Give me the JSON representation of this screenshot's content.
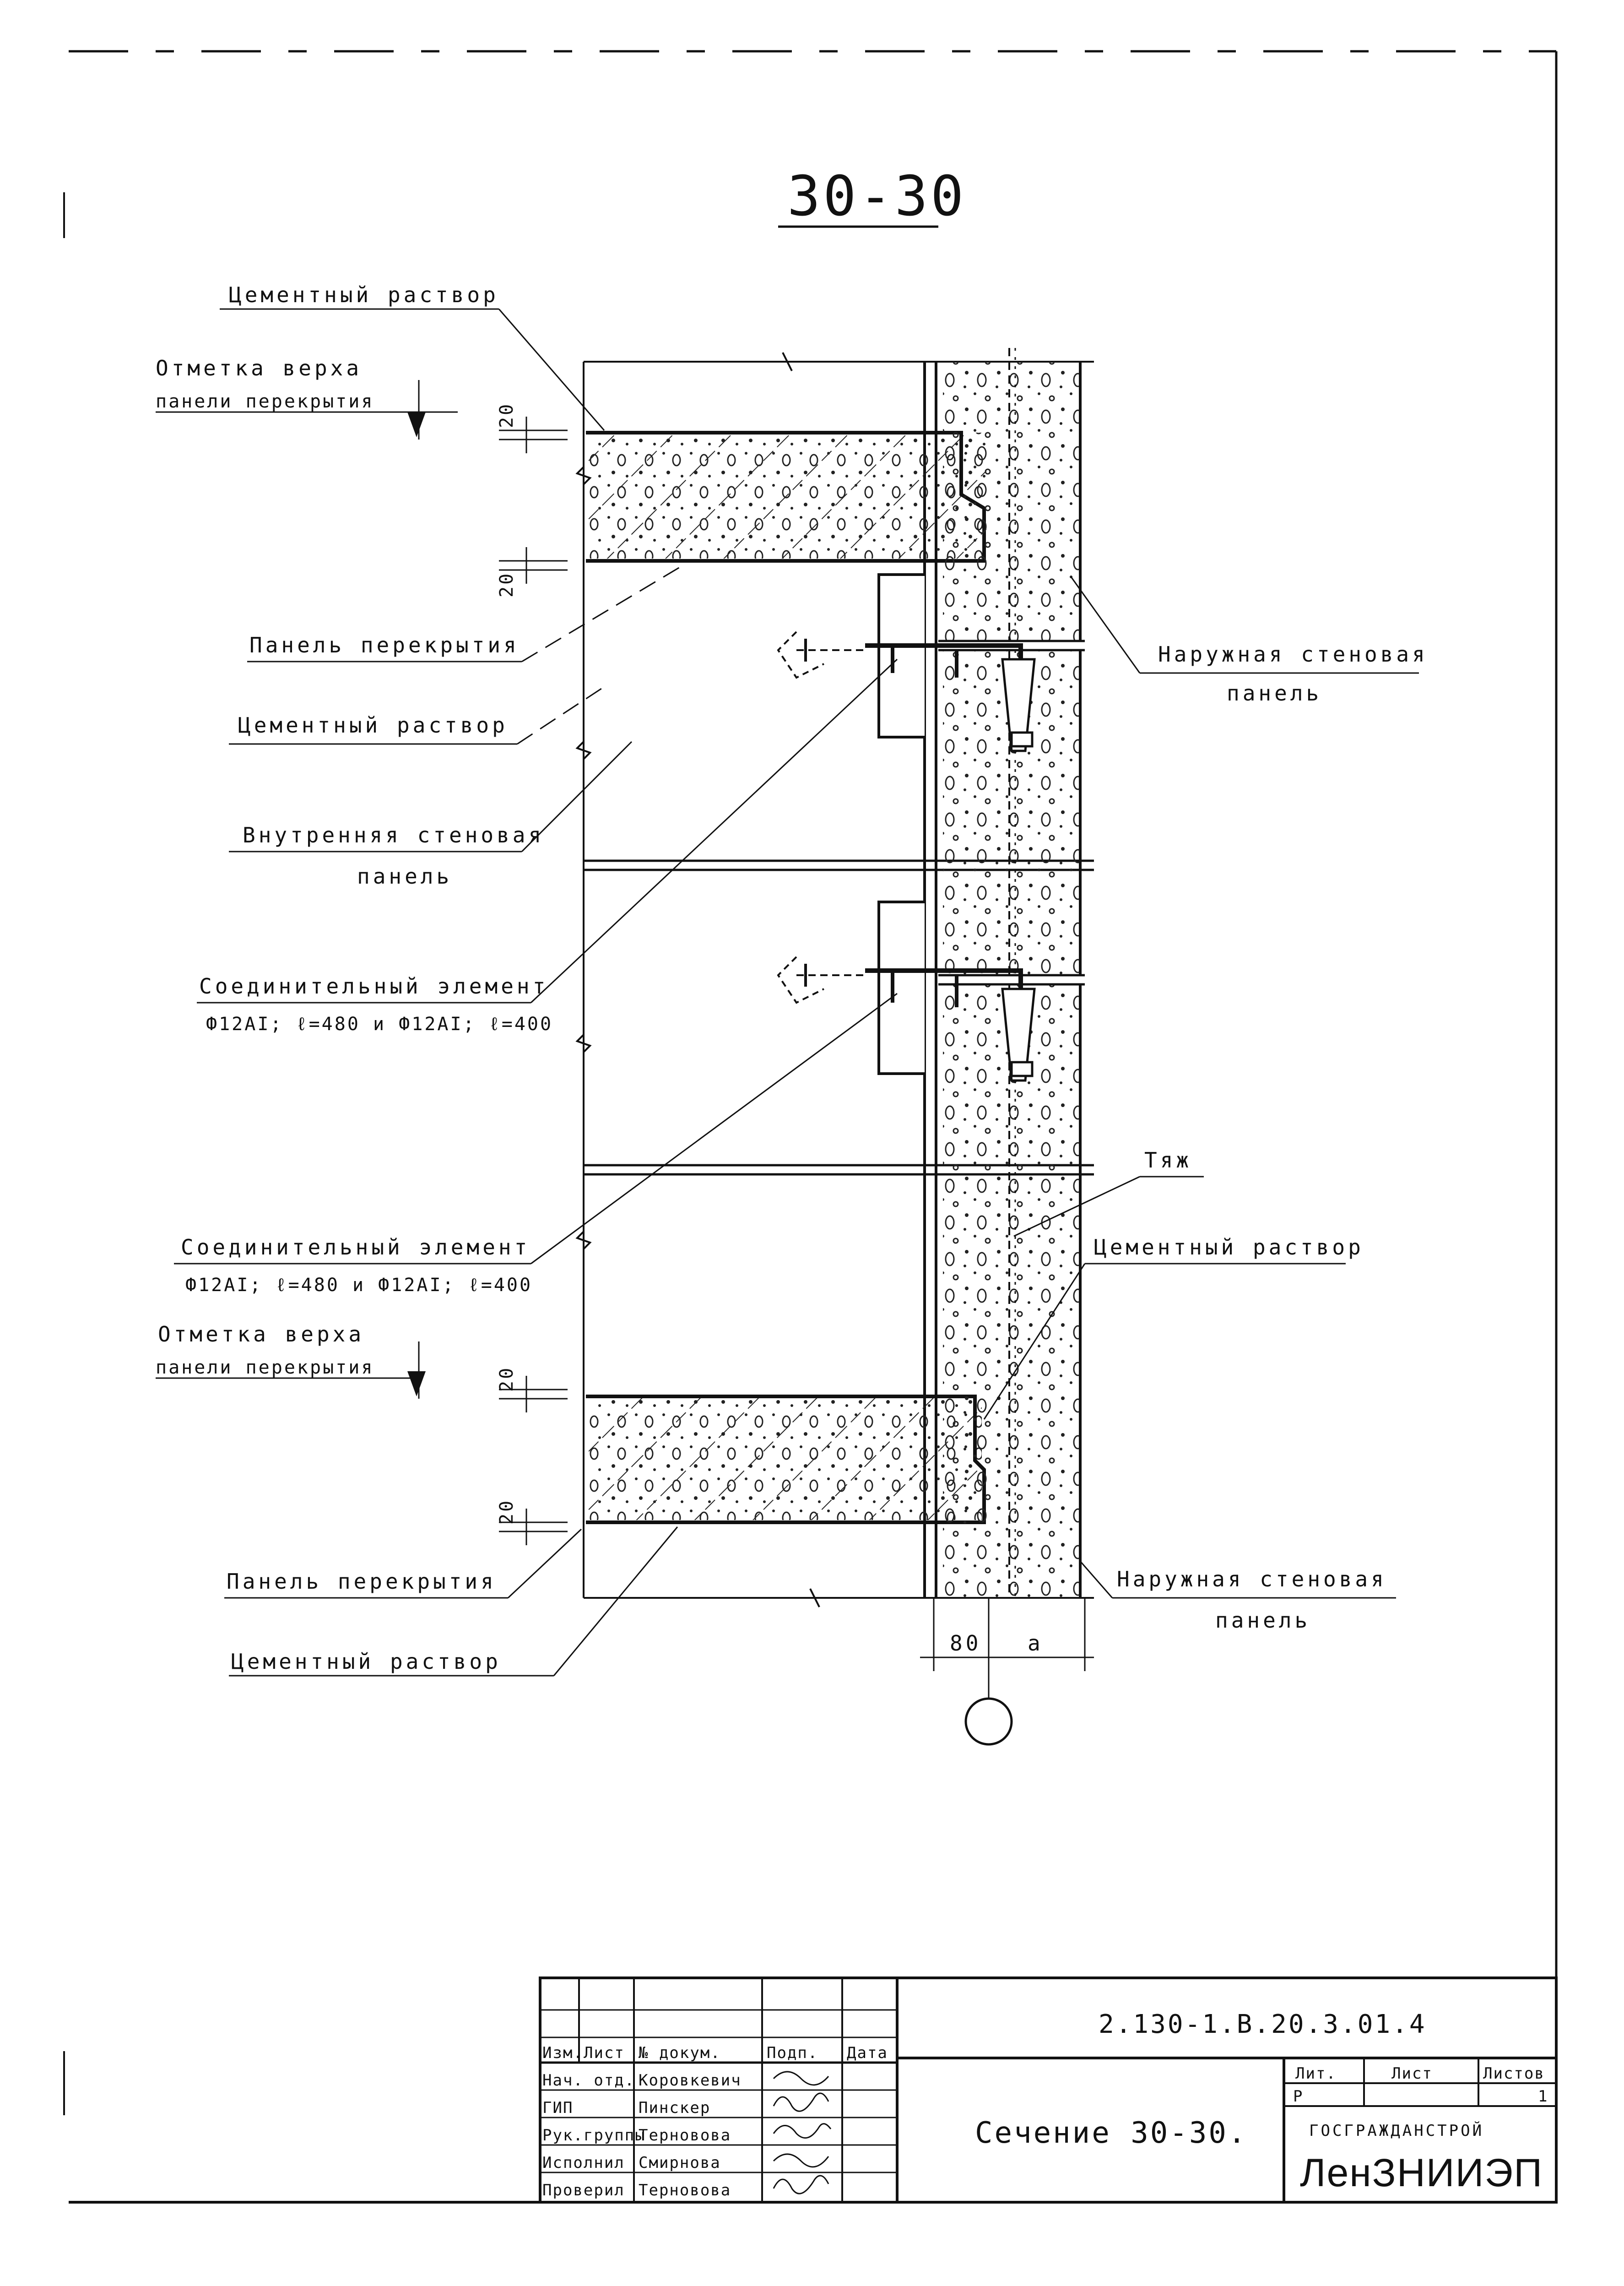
{
  "section_title": "30-30",
  "labels": {
    "cement_mortar_top": "Цементный раствор",
    "mark_top_line1": "Отметка верха",
    "mark_top_line2": "панели перекрытия",
    "floor_panel_1": "Панель перекрытия",
    "cement_mortar_2": "Цементный раствор",
    "inner_wall_panel_line1": "Внутренняя стеновая",
    "inner_wall_panel_line2": "панель",
    "connector_1_line1": "Соединительный элемент",
    "connector_1_line2": "Ф12АI; ℓ=480 и Ф12АI; ℓ=400",
    "connector_2_line1": "Соединительный элемент",
    "connector_2_line2": "Ф12АI; ℓ=480 и Ф12АI; ℓ=400",
    "mark_bottom_line1": "Отметка верха",
    "mark_bottom_line2": "панели перекрытия",
    "floor_panel_2": "Панель перекрытия",
    "cement_mortar_bottom": "Цементный раствор",
    "outer_wall_panel_top_line1": "Наружная стеновая",
    "outer_wall_panel_top_line2": "панель",
    "tie": "Тяж",
    "cement_mortar_right": "Цементный раствор",
    "outer_wall_panel_bottom_line1": "Наружная стеновая",
    "outer_wall_panel_bottom_line2": "панель"
  },
  "dimensions": {
    "gap_top_1": "20",
    "gap_top_2": "20",
    "gap_bottom_1": "20",
    "gap_bottom_2": "20",
    "wall_width": "80",
    "offset": "a"
  },
  "title_block": {
    "doc_number": "2.130-1.В.20.3.01.4",
    "sheet_title": "Сечение 30-30.",
    "headers": [
      "Изм.",
      "Лист",
      "№ докум.",
      "Подп.",
      "Дата"
    ],
    "rows": [
      {
        "role": "Нач. отд.",
        "name": "Коровкевич"
      },
      {
        "role": "ГИП",
        "name": "Пинскер"
      },
      {
        "role": "Рук.группы",
        "name": "Терновова"
      },
      {
        "role": "Исполнил",
        "name": "Смирнова"
      },
      {
        "role": "Проверил",
        "name": "Терновова"
      }
    ],
    "stage_header": "Лит.",
    "sheet_header": "Лист",
    "sheets_header": "Листов",
    "stage": "Р",
    "sheet": "",
    "sheets": "1",
    "org_top": "ГОСГРАЖДАНСТРОЙ",
    "org_bottom": "ЛенЗНИИЭП"
  }
}
